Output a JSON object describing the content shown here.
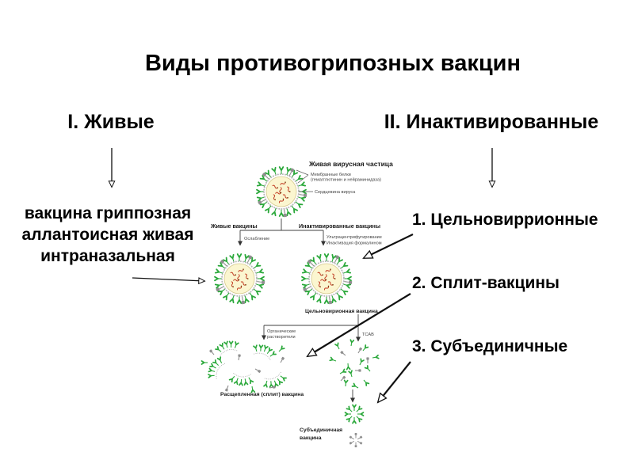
{
  "slide": {
    "title": "Виды противогрипозных вакцин",
    "left": {
      "heading": "I. Живые",
      "description_lines": [
        "вакцина гриппозная",
        "аллантоисная живая",
        "интраназальная"
      ]
    },
    "right": {
      "heading": "II. Инактивированные",
      "items": [
        "1. Цельновиррионные",
        "2. Сплит-вакцины",
        "3. Субъединичные"
      ]
    }
  },
  "diagram": {
    "labels": {
      "live_particle": "Живая вирусная частица",
      "membrane_proteins_line1": "Мембранные белки",
      "membrane_proteins_line2": "(гемагглютинин и нейраминидаза)",
      "virus_core": "Сердцевина вируса",
      "live_vaccines": "Живые вакцины",
      "inactivated_vaccines": "Инактивированные вакцины",
      "attenuation": "Ослабление",
      "ultracentrifugation": "Ультрацентрифугирование",
      "formalin_inactivation": "Инактивация формалином",
      "whole_virion_vaccine": "Цельновирионная вакцина",
      "organic_solvents_line1": "Органические",
      "organic_solvents_line2": "растворители",
      "detergent": "ТСАВ",
      "split_vaccine": "Расщепленная (сплит) вакцина",
      "subunit_vaccine_line1": "Субъединичная",
      "subunit_vaccine_line2": "вакцина"
    },
    "colors": {
      "spike_green": "#2aa83a",
      "spike_gray": "#8f8f8f",
      "membrane_beads": "#b8b8b8",
      "core_fill": "#fbf6d0",
      "core_stroke": "#d6ca8e",
      "rna_red": "#c23b22",
      "line_black": "#1a1a1a"
    }
  }
}
